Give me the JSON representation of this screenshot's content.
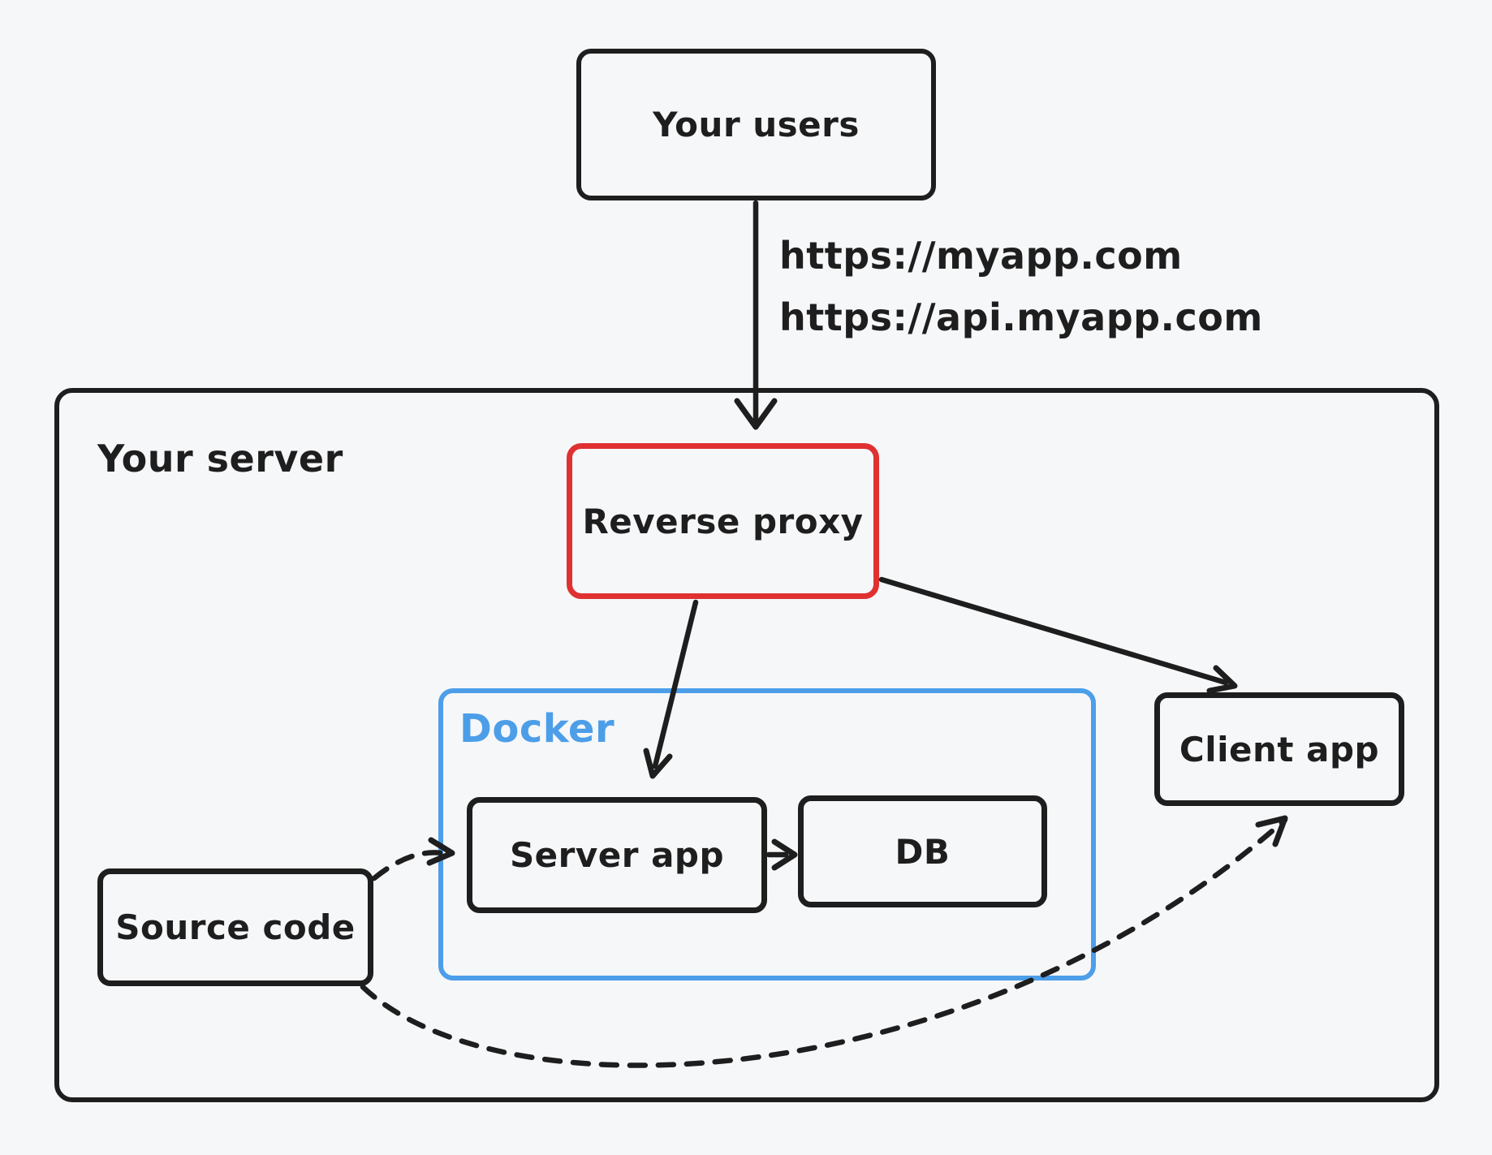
{
  "colors": {
    "background": "#f6f7f9",
    "stroke": "#1e1e1e",
    "reverse_proxy_accent": "#e03131",
    "docker_accent": "#4d9ee8"
  },
  "nodes": {
    "your_users": {
      "label": "Your users"
    },
    "reverse_proxy": {
      "label": "Reverse proxy"
    },
    "server_app": {
      "label": "Server app"
    },
    "db": {
      "label": "DB"
    },
    "client_app": {
      "label": "Client app"
    },
    "source_code": {
      "label": "Source code"
    }
  },
  "containers": {
    "your_server": {
      "label": "Your server"
    },
    "docker": {
      "label": "Docker"
    }
  },
  "edges": {
    "users_to_reverse_proxy": {
      "style": "solid",
      "labels": [
        "https://myapp.com",
        "https://api.myapp.com"
      ]
    },
    "reverse_proxy_to_server_app": {
      "style": "solid"
    },
    "reverse_proxy_to_client_app": {
      "style": "solid"
    },
    "server_app_to_db": {
      "style": "solid"
    },
    "source_code_to_server_app": {
      "style": "dashed"
    },
    "source_code_to_client_app": {
      "style": "dashed"
    }
  }
}
